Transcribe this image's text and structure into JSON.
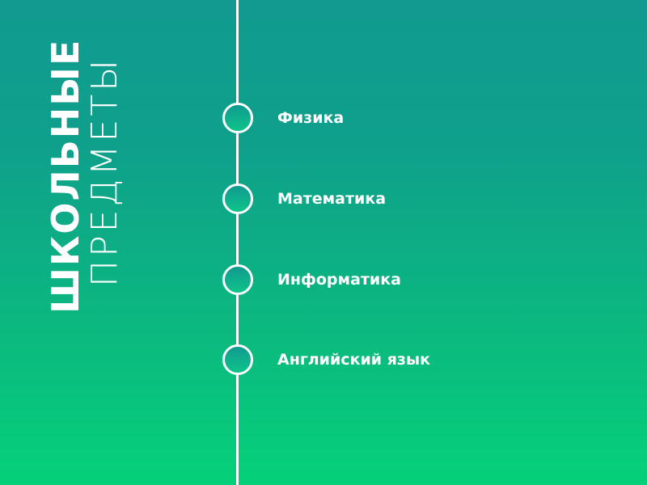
{
  "title": {
    "main": "ШКОЛЬНЫЕ",
    "sub": "ПРЕДМЕТЫ"
  },
  "subjects": [
    {
      "label": "Физика"
    },
    {
      "label": "Математика"
    },
    {
      "label": "Информатика"
    },
    {
      "label": "Английский язык"
    }
  ],
  "colors": {
    "background_top": "#119a90",
    "background_bottom": "#05d17a",
    "line": "#ffffff",
    "text": "#ffffff"
  }
}
